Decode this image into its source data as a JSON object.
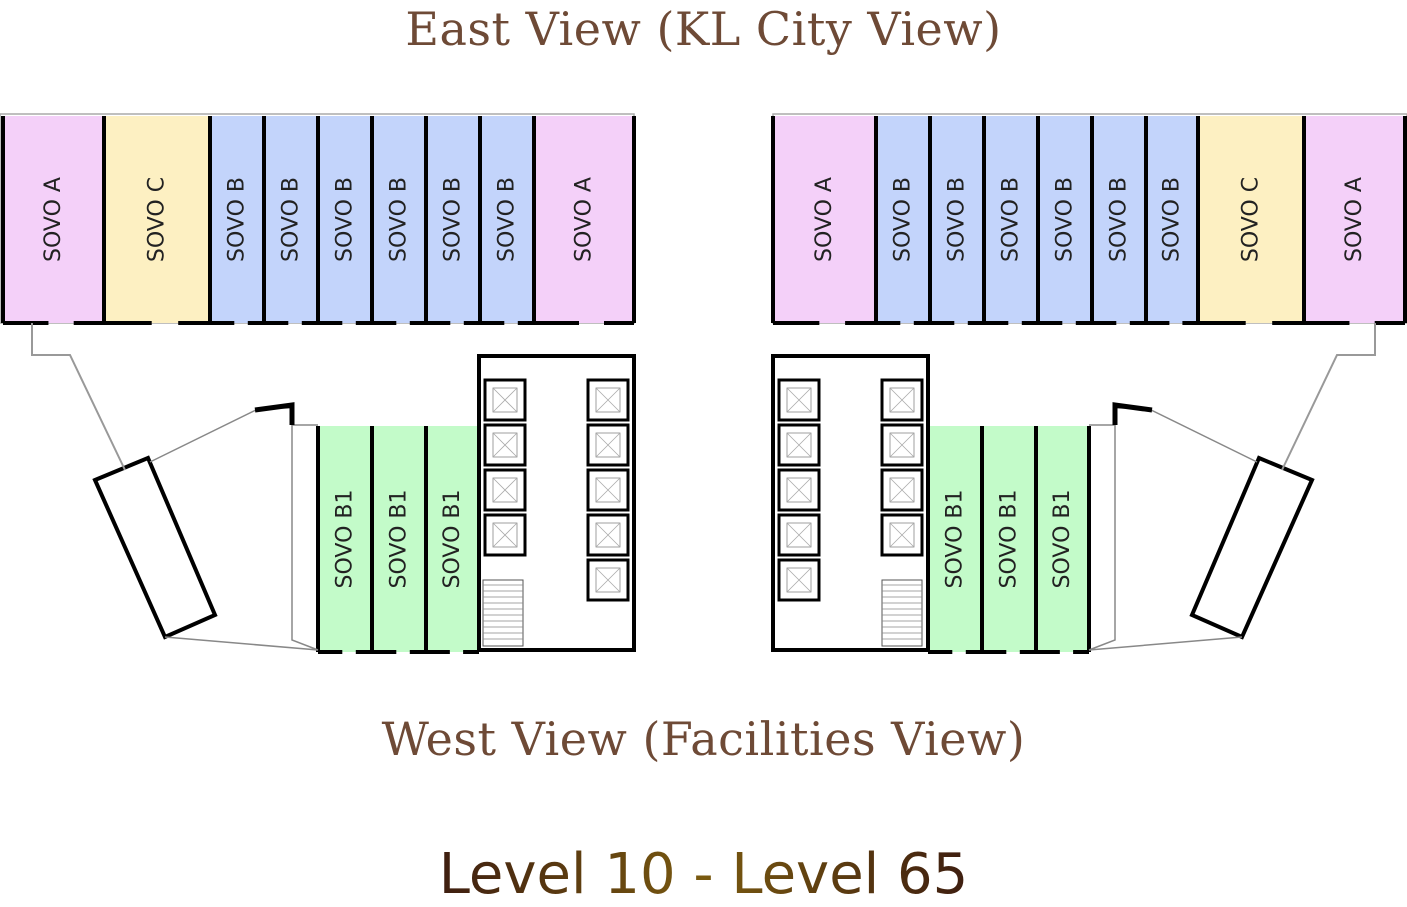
{
  "titles": {
    "east": "East View (KL City View)",
    "west": "West View (Facilities View)",
    "levels": "Level 10 - Level 65"
  },
  "colors": {
    "SOVO A": "#f4d0f9",
    "SOVO B": "#c3d4fb",
    "SOVO C": "#fdf0c2",
    "SOVO B1": "#c3fbc9",
    "title": "#6e4a36",
    "wall": "#000000"
  },
  "wings": {
    "left_east_units": [
      "SOVO A",
      "SOVO C",
      "SOVO B",
      "SOVO B",
      "SOVO B",
      "SOVO B",
      "SOVO B",
      "SOVO B",
      "SOVO A"
    ],
    "right_east_units": [
      "SOVO A",
      "SOVO B",
      "SOVO B",
      "SOVO B",
      "SOVO B",
      "SOVO B",
      "SOVO B",
      "SOVO C",
      "SOVO A"
    ],
    "left_west_units": [
      "SOVO B1",
      "SOVO B1",
      "SOVO B1"
    ],
    "right_west_units": [
      "SOVO B1",
      "SOVO B1",
      "SOVO B1"
    ]
  }
}
